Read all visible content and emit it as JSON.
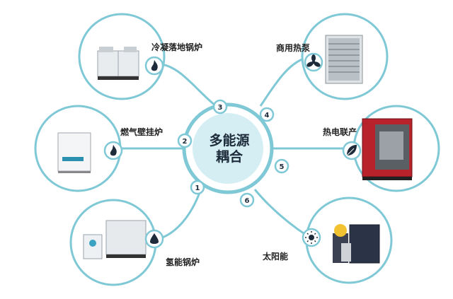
{
  "center": {
    "line1": "多能源",
    "line2": "耦合"
  },
  "nodes": [
    {
      "id": "condensing-boiler",
      "label": "冷凝落地锅炉",
      "icon": "flame-icon",
      "number": "3"
    },
    {
      "id": "heat-pump",
      "label": "商用热泵",
      "icon": "fan-icon",
      "number": "4"
    },
    {
      "id": "wall-boiler",
      "label": "燃气壁挂炉",
      "icon": "flame-icon",
      "number": "2"
    },
    {
      "id": "chp",
      "label": "热电联产",
      "icon": "leaf-icon",
      "number": "5"
    },
    {
      "id": "hydrogen-boiler",
      "label": "氢能锅炉",
      "icon": "drop-icon",
      "number": "1"
    },
    {
      "id": "solar",
      "label": "太阳能",
      "icon": "sun-icon",
      "number": "6"
    }
  ],
  "colors": {
    "accent": "#7fc8d6",
    "badge_text": "#1d2b3a",
    "icon_fill": "#1d2b3a",
    "center_fill": "#d4eef3"
  }
}
